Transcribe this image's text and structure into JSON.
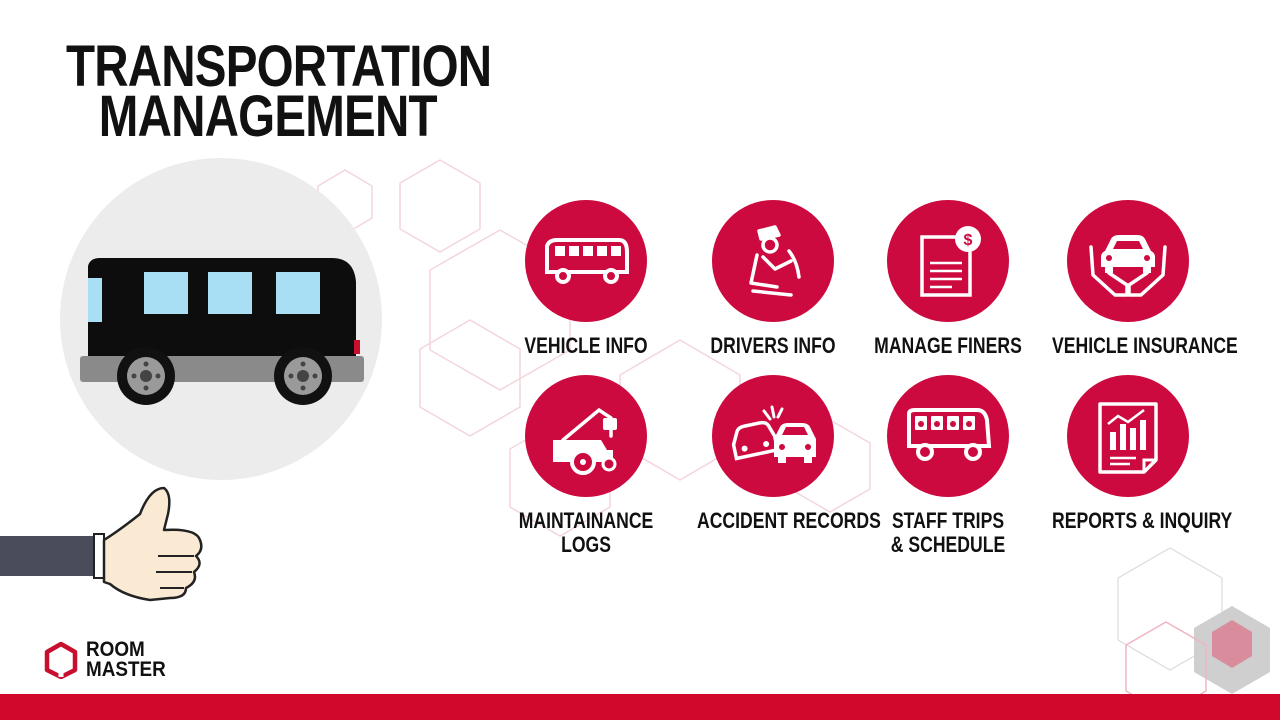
{
  "title": {
    "line1": "TRANSPORTATION",
    "line2": "MANAGEMENT"
  },
  "features": [
    {
      "label": "VEHICLE INFO",
      "icon": "bus-icon"
    },
    {
      "label": "DRIVERS INFO",
      "icon": "driver-icon"
    },
    {
      "label": "MANAGE FINERS",
      "icon": "invoice-dollar-icon"
    },
    {
      "label": "VEHICLE INSURANCE",
      "icon": "hands-car-icon"
    },
    {
      "label": "MAINTAINANCE",
      "label2": "LOGS",
      "icon": "tow-truck-icon"
    },
    {
      "label": "ACCIDENT RECORDS",
      "icon": "car-crash-icon"
    },
    {
      "label": "STAFF TRIPS",
      "label2": "& SCHEDULE",
      "icon": "staff-bus-icon"
    },
    {
      "label": "REPORTS & INQUIRY",
      "icon": "report-chart-icon"
    }
  ],
  "logo": {
    "line1": "ROOM",
    "line2": "MASTER"
  },
  "colors": {
    "accent": "#cc0a3f",
    "bar": "#d1082c",
    "text": "#111111"
  }
}
